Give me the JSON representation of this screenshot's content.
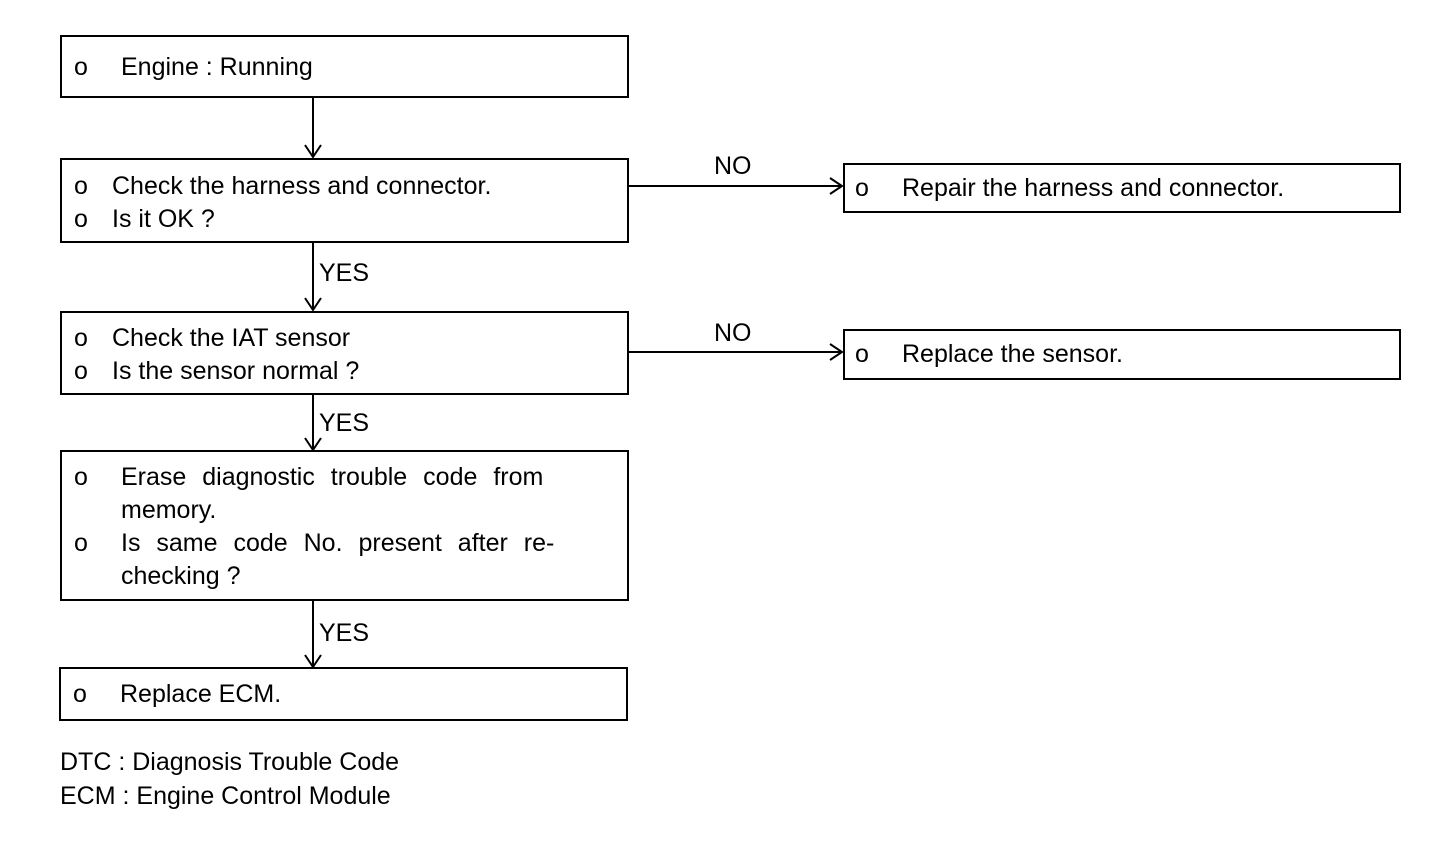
{
  "flowchart": {
    "steps": [
      {
        "lines": [
          "Engine : Running"
        ]
      },
      {
        "lines": [
          "Check the harness and connector.",
          "Is it OK ?"
        ]
      },
      {
        "lines": [
          "Check the IAT sensor",
          "Is the sensor normal ?"
        ]
      },
      {
        "lines": [
          "Erase diagnostic trouble code from",
          "memory.",
          "Is same code No. present after re-",
          "checking ?"
        ]
      },
      {
        "lines": [
          "Replace ECM."
        ]
      }
    ],
    "branches": [
      {
        "lines": [
          "Repair the harness and connector."
        ]
      },
      {
        "lines": [
          "Replace the sensor."
        ]
      }
    ],
    "bullet": "o",
    "labels": {
      "yes": "YES",
      "no": "NO"
    }
  },
  "legend": {
    "dtc": "DTC : Diagnosis Trouble Code",
    "ecm": "ECM : Engine Control Module"
  }
}
